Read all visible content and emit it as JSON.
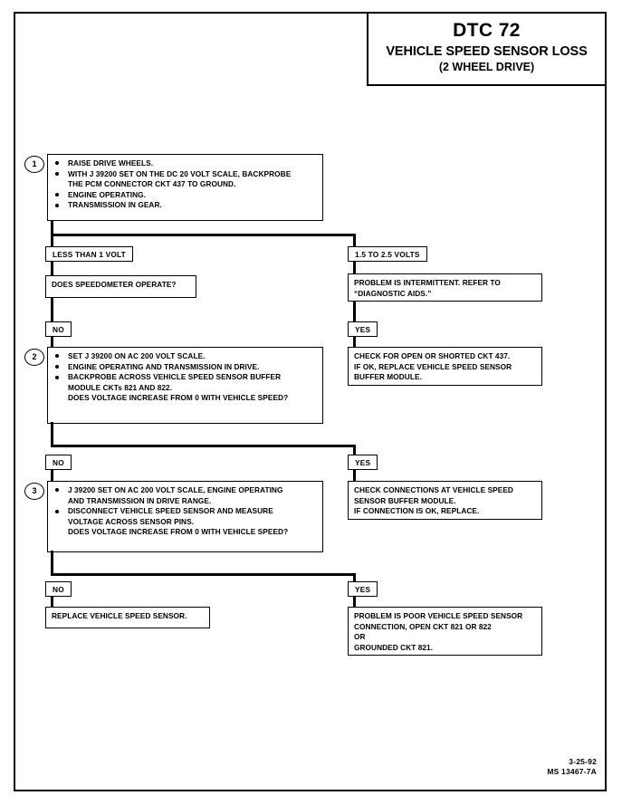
{
  "document": {
    "title_code": "DTC 72",
    "title_name": "VEHICLE SPEED SENSOR LOSS",
    "title_sub": "(2 WHEEL DRIVE)",
    "footer_date": "3-25-92",
    "footer_id": "MS 13467-7A"
  },
  "steps": {
    "step1": {
      "number": "1",
      "lines": [
        {
          "bullet": true,
          "text": "RAISE DRIVE WHEELS."
        },
        {
          "bullet": true,
          "text": "WITH J 39200 SET ON THE DC 20 VOLT SCALE, BACKPROBE"
        },
        {
          "bullet": false,
          "text": "THE PCM CONNECTOR CKT 437 TO GROUND."
        },
        {
          "bullet": true,
          "text": "ENGINE OPERATING."
        },
        {
          "bullet": true,
          "text": "TRANSMISSION IN GEAR."
        }
      ]
    },
    "step2": {
      "number": "2",
      "lines": [
        {
          "bullet": true,
          "text": "SET J 39200 ON AC 200 VOLT SCALE."
        },
        {
          "bullet": true,
          "text": "ENGINE OPERATING AND TRANSMISSION IN DRIVE."
        },
        {
          "bullet": true,
          "text": "BACKPROBE ACROSS VEHICLE SPEED SENSOR BUFFER"
        },
        {
          "bullet": false,
          "text": "MODULE CKTs 821 AND 822."
        },
        {
          "bullet": false,
          "text": "DOES VOLTAGE INCREASE FROM 0 WITH VEHICLE SPEED?"
        }
      ]
    },
    "step3": {
      "number": "3",
      "lines": [
        {
          "bullet": true,
          "text": "J 39200 SET ON AC 200 VOLT SCALE, ENGINE OPERATING"
        },
        {
          "bullet": false,
          "text": "AND TRANSMISSION IN DRIVE RANGE."
        },
        {
          "bullet": true,
          "text": "DISCONNECT VEHICLE SPEED SENSOR AND MEASURE"
        },
        {
          "bullet": false,
          "text": "VOLTAGE ACROSS SENSOR PINS."
        },
        {
          "bullet": false,
          "text": "DOES VOLTAGE INCREASE FROM 0 WITH VEHICLE SPEED?"
        }
      ]
    }
  },
  "branches": {
    "less_than_1_volt": "LESS THAN 1 VOLT",
    "range_1_5_to_2_5": "1.5 TO 2.5 VOLTS",
    "no_1": "NO",
    "no_2": "NO",
    "no_3": "NO",
    "yes_1": "YES",
    "yes_2": "YES",
    "yes_3": "YES"
  },
  "boxes": {
    "speedometer_question": [
      "DOES SPEEDOMETER OPERATE?"
    ],
    "intermittent": [
      "PROBLEM IS INTERMITTENT.  REFER TO",
      "“DIAGNOSTIC AIDS.”"
    ],
    "check_open_shorted": [
      "CHECK FOR OPEN OR SHORTED CKT 437.",
      "IF OK, REPLACE VEHICLE SPEED SENSOR",
      "BUFFER MODULE."
    ],
    "check_connections": [
      "CHECK CONNECTIONS AT VEHICLE SPEED",
      "SENSOR BUFFER MODULE.",
      "IF CONNECTION IS OK, REPLACE."
    ],
    "replace_sensor": [
      "REPLACE VEHICLE SPEED SENSOR."
    ],
    "poor_connection": [
      "PROBLEM IS POOR VEHICLE SPEED SENSOR",
      "CONNECTION, OPEN CKT 821 OR 822",
      "OR",
      "GROUNDED CKT 821."
    ]
  }
}
